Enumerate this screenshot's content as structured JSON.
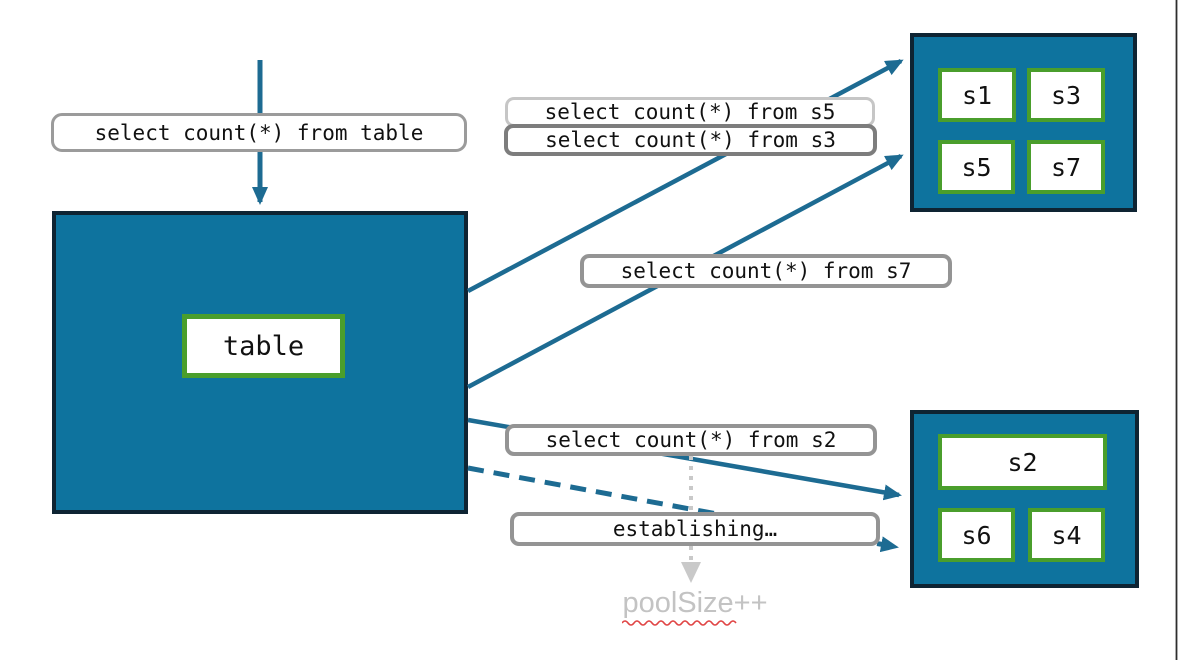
{
  "diagram": {
    "table_box": {
      "label": "table"
    },
    "labels": {
      "from_table": "select count(*) from table",
      "from_s5": "select count(*) from s5",
      "from_s3": "select count(*) from s3",
      "from_s7": "select count(*) from s7",
      "from_s2": "select count(*) from s2",
      "establishing": "establishing…",
      "pool_note": "poolSize++"
    },
    "shards_top": [
      "s1",
      "s3",
      "s5",
      "s7"
    ],
    "shards_bottom": [
      "s2",
      "s6",
      "s4"
    ],
    "colors": {
      "pool_fill": "#0e739e",
      "pool_border": "#0e2433",
      "shard_border": "#4a9e2c",
      "arrow": "#1d6b92",
      "label_border": "#949494",
      "label_border_light": "#c6c6c6",
      "dotted_arrow": "#c9c9c9",
      "pool_note_text": "#c3c3c3",
      "spellcheck_underline": "#e04545",
      "window_edge": "#2e2e2e"
    }
  }
}
